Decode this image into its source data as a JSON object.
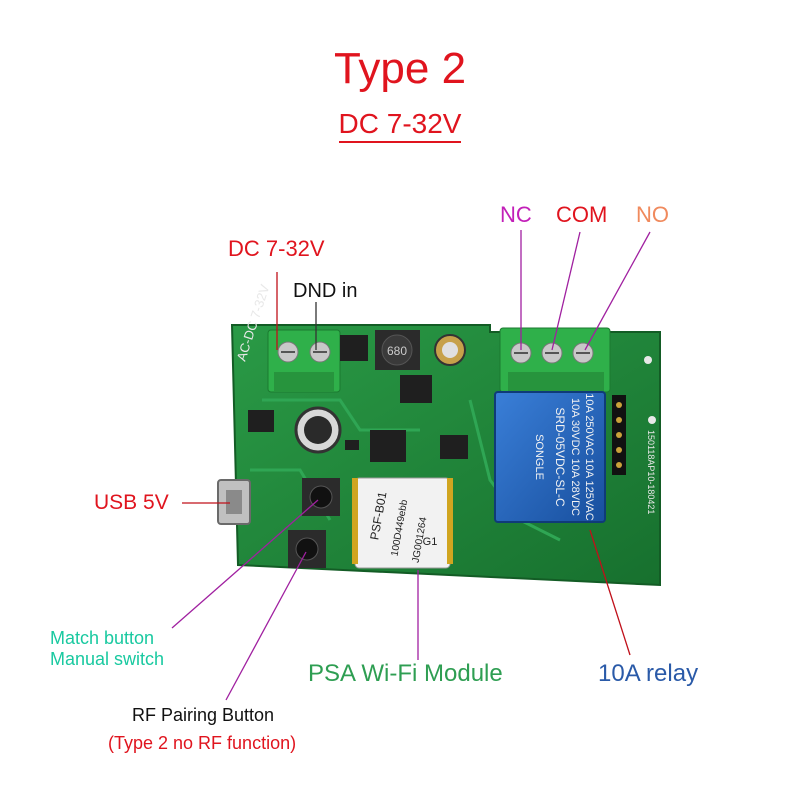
{
  "title": "Type 2",
  "subtitle": "DC 7-32V",
  "labels": {
    "nc": "NC",
    "com": "COM",
    "no": "NO",
    "dc_input": "DC 7-32V",
    "dnd_in": "DND in",
    "usb": "USB 5V",
    "match_button_line1": "Match button",
    "match_button_line2": "Manual switch",
    "wifi_module": "PSA Wi-Fi Module",
    "relay": "10A relay",
    "rf_button": "RF Pairing Button",
    "rf_note": "(Type 2 no RF function)"
  },
  "board_text": {
    "input_silk": "AC-DC 7-32V",
    "inductor": "680",
    "module_line1": "PSF-B01",
    "module_line2": "100D449ebb",
    "module_line3": "JG001264",
    "module_line4": "G1",
    "relay_brand": "SONGLE",
    "relay_model": "SRD-05VDC-SL-C",
    "relay_rating1": "10A 250VAC 10A 125VAC",
    "relay_rating2": "10A 30VDC 10A 28VDC",
    "edge_code": "150118AP10-180421"
  },
  "colors": {
    "title": "#e0141e",
    "nc": "#c21fb8",
    "com": "#e0141e",
    "no": "#f08a5d",
    "dc_input": "#e0141e",
    "usb": "#e0141e",
    "match_button": "#19c9a0",
    "wifi_module": "#2e9e52",
    "relay_label": "#2a5aa8",
    "rf_note": "#e0141e",
    "leader_purple": "#a020a0",
    "leader_red": "#c0101a",
    "pcb": "#1f8a3a",
    "terminal": "#2fb04a",
    "relay_body": "#1f5fb8"
  },
  "icons": [
    "screw-terminal-icon",
    "usb-port-icon",
    "push-button-icon",
    "relay-icon",
    "wifi-module-icon"
  ]
}
